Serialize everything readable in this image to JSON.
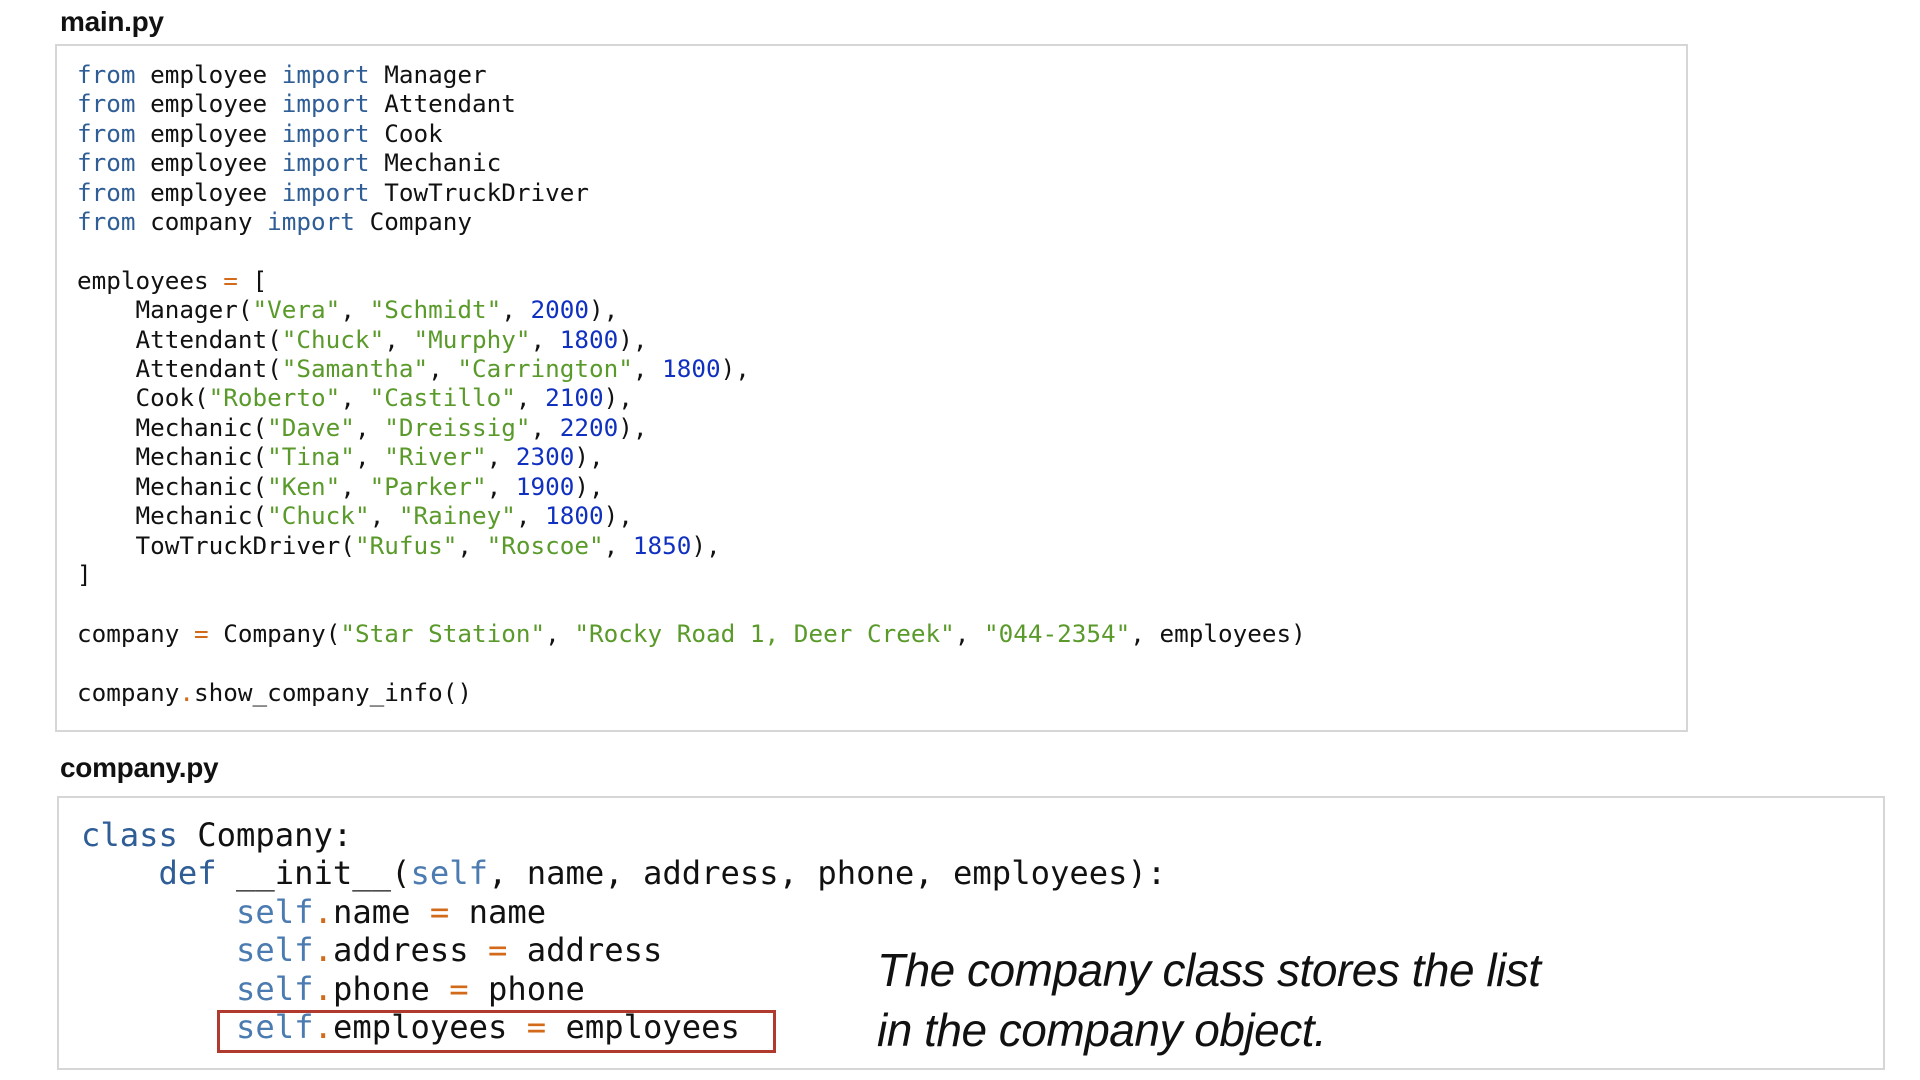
{
  "files": {
    "main_title": "main.py",
    "company_title": "company.py"
  },
  "main_code": [
    [
      [
        "kw",
        "from"
      ],
      [
        "p",
        " employee "
      ],
      [
        "kw",
        "import"
      ],
      [
        "p",
        " Manager"
      ]
    ],
    [
      [
        "kw",
        "from"
      ],
      [
        "p",
        " employee "
      ],
      [
        "kw",
        "import"
      ],
      [
        "p",
        " Attendant"
      ]
    ],
    [
      [
        "kw",
        "from"
      ],
      [
        "p",
        " employee "
      ],
      [
        "kw",
        "import"
      ],
      [
        "p",
        " Cook"
      ]
    ],
    [
      [
        "kw",
        "from"
      ],
      [
        "p",
        " employee "
      ],
      [
        "kw",
        "import"
      ],
      [
        "p",
        " Mechanic"
      ]
    ],
    [
      [
        "kw",
        "from"
      ],
      [
        "p",
        " employee "
      ],
      [
        "kw",
        "import"
      ],
      [
        "p",
        " TowTruckDriver"
      ]
    ],
    [
      [
        "kw",
        "from"
      ],
      [
        "p",
        " company "
      ],
      [
        "kw",
        "import"
      ],
      [
        "p",
        " Company"
      ]
    ],
    [],
    [
      [
        "p",
        "employees "
      ],
      [
        "op",
        "="
      ],
      [
        "p",
        " ["
      ]
    ],
    [
      [
        "p",
        "    Manager("
      ],
      [
        "str",
        "\"Vera\""
      ],
      [
        "p",
        ", "
      ],
      [
        "str",
        "\"Schmidt\""
      ],
      [
        "p",
        ", "
      ],
      [
        "num",
        "2000"
      ],
      [
        "p",
        "),"
      ]
    ],
    [
      [
        "p",
        "    Attendant("
      ],
      [
        "str",
        "\"Chuck\""
      ],
      [
        "p",
        ", "
      ],
      [
        "str",
        "\"Murphy\""
      ],
      [
        "p",
        ", "
      ],
      [
        "num",
        "1800"
      ],
      [
        "p",
        "),"
      ]
    ],
    [
      [
        "p",
        "    Attendant("
      ],
      [
        "str",
        "\"Samantha\""
      ],
      [
        "p",
        ", "
      ],
      [
        "str",
        "\"Carrington\""
      ],
      [
        "p",
        ", "
      ],
      [
        "num",
        "1800"
      ],
      [
        "p",
        "),"
      ]
    ],
    [
      [
        "p",
        "    Cook("
      ],
      [
        "str",
        "\"Roberto\""
      ],
      [
        "p",
        ", "
      ],
      [
        "str",
        "\"Castillo\""
      ],
      [
        "p",
        ", "
      ],
      [
        "num",
        "2100"
      ],
      [
        "p",
        "),"
      ]
    ],
    [
      [
        "p",
        "    Mechanic("
      ],
      [
        "str",
        "\"Dave\""
      ],
      [
        "p",
        ", "
      ],
      [
        "str",
        "\"Dreissig\""
      ],
      [
        "p",
        ", "
      ],
      [
        "num",
        "2200"
      ],
      [
        "p",
        "),"
      ]
    ],
    [
      [
        "p",
        "    Mechanic("
      ],
      [
        "str",
        "\"Tina\""
      ],
      [
        "p",
        ", "
      ],
      [
        "str",
        "\"River\""
      ],
      [
        "p",
        ", "
      ],
      [
        "num",
        "2300"
      ],
      [
        "p",
        "),"
      ]
    ],
    [
      [
        "p",
        "    Mechanic("
      ],
      [
        "str",
        "\"Ken\""
      ],
      [
        "p",
        ", "
      ],
      [
        "str",
        "\"Parker\""
      ],
      [
        "p",
        ", "
      ],
      [
        "num",
        "1900"
      ],
      [
        "p",
        "),"
      ]
    ],
    [
      [
        "p",
        "    Mechanic("
      ],
      [
        "str",
        "\"Chuck\""
      ],
      [
        "p",
        ", "
      ],
      [
        "str",
        "\"Rainey\""
      ],
      [
        "p",
        ", "
      ],
      [
        "num",
        "1800"
      ],
      [
        "p",
        "),"
      ]
    ],
    [
      [
        "p",
        "    TowTruckDriver("
      ],
      [
        "str",
        "\"Rufus\""
      ],
      [
        "p",
        ", "
      ],
      [
        "str",
        "\"Roscoe\""
      ],
      [
        "p",
        ", "
      ],
      [
        "num",
        "1850"
      ],
      [
        "p",
        "),"
      ]
    ],
    [
      [
        "p",
        "]"
      ]
    ],
    [],
    [
      [
        "p",
        "company "
      ],
      [
        "op",
        "="
      ],
      [
        "p",
        " Company("
      ],
      [
        "str",
        "\"Star Station\""
      ],
      [
        "p",
        ", "
      ],
      [
        "str",
        "\"Rocky Road 1, Deer Creek\""
      ],
      [
        "p",
        ", "
      ],
      [
        "str",
        "\"044-2354\""
      ],
      [
        "p",
        ", employees)"
      ]
    ],
    [],
    [
      [
        "p",
        "company"
      ],
      [
        "op",
        "."
      ],
      [
        "p",
        "show_company_info()"
      ]
    ]
  ],
  "company_code": [
    [
      [
        "kw",
        "class"
      ],
      [
        "p",
        " Company:"
      ]
    ],
    [
      [
        "p",
        "    "
      ],
      [
        "kw",
        "def"
      ],
      [
        "p",
        " __init__("
      ],
      [
        "slf",
        "self"
      ],
      [
        "p",
        ", name, address, phone, employees):"
      ]
    ],
    [
      [
        "p",
        "        "
      ],
      [
        "slf",
        "self"
      ],
      [
        "op",
        "."
      ],
      [
        "p",
        "name "
      ],
      [
        "op",
        "="
      ],
      [
        "p",
        " name"
      ]
    ],
    [
      [
        "p",
        "        "
      ],
      [
        "slf",
        "self"
      ],
      [
        "op",
        "."
      ],
      [
        "p",
        "address "
      ],
      [
        "op",
        "="
      ],
      [
        "p",
        " address"
      ]
    ],
    [
      [
        "p",
        "        "
      ],
      [
        "slf",
        "self"
      ],
      [
        "op",
        "."
      ],
      [
        "p",
        "phone "
      ],
      [
        "op",
        "="
      ],
      [
        "p",
        " phone"
      ]
    ],
    [
      [
        "p",
        "        "
      ],
      [
        "slf",
        "self"
      ],
      [
        "op",
        "."
      ],
      [
        "p",
        "employees "
      ],
      [
        "op",
        "="
      ],
      [
        "p",
        " employees"
      ]
    ]
  ],
  "annotation": {
    "line1": "The company class stores the list",
    "line2": "in the company object."
  },
  "colors": {
    "keyword": "#2f5d96",
    "self": "#4b7bb0",
    "string": "#5a9a2a",
    "number": "#1030c0",
    "operator": "#d26a1a",
    "highlight_border": "#b03a2e"
  }
}
